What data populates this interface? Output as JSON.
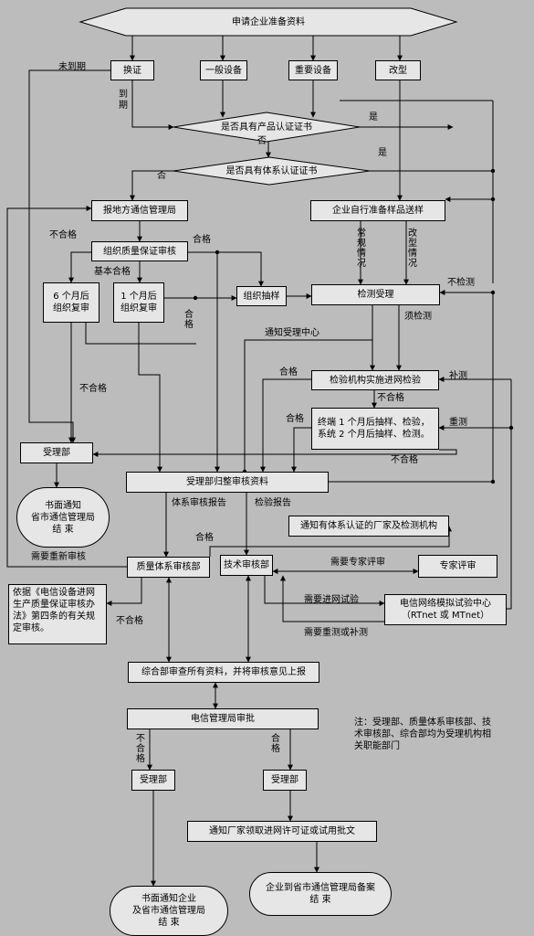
{
  "nodes": {
    "start": "申请企业准备资料",
    "renew": "换证",
    "general_equipment": "一般设备",
    "key_equipment": "重要设备",
    "modify": "改型",
    "has_product_cert": "是否具有产品认证证书",
    "has_system_cert": "是否具有体系认证证书",
    "report_local": "报地方通信管理局",
    "self_prepare_sample": "企业自行准备样品送样",
    "org_quality_review": "组织质量保证审核",
    "review_6m": "6 个月后\n组织复审",
    "review_1m": "1 个月后\n组织复审",
    "org_sampling": "组织抽样",
    "test_accept": "检测受理",
    "inspection_org": "检验机构实施进网检验",
    "terminal_sampling": "终端 1 个月后抽样、检验，\n系统 2 个月后抽样、检测。",
    "accept_dept_1": "受理部",
    "end_notice_1": "书面通知\n省市通信管理局\n结        束",
    "accept_archive": "受理部归整审核资料",
    "notify_manufacturer": "通知有体系认证的厂家及检测机构",
    "quality_dept": "质量体系审核部",
    "tech_dept": "技术审核部",
    "expert_review": "专家评审",
    "basis_note": "依据《电信设备进网生产质量保证审核办法》第四条的有关规定审核。",
    "telecom_lab": "电信网络模拟试验中心\n（RTnet 或 MTnet）",
    "general_dept": "综合部审查所有资料，并将审核意见上报",
    "telecom_bureau": "电信管理局审批",
    "footnote": "注：受理部、质量体系审核部、技术审核部、综合部均为受理机构相关职能部门",
    "accept_dept_2": "受理部",
    "accept_dept_3": "受理部",
    "notify_license": "通知厂家领取进网许可证或试用批文",
    "end_notice_2": "书面通知企业\n及省市通信管理局\n结        束",
    "end_filing": "企业到省市通信管理局备案\n结             束"
  },
  "labels": {
    "not_expired": "未到期",
    "expired": "到\n期",
    "yes_1": "是",
    "no_1": "否",
    "yes_2": "是",
    "no_2": "否",
    "unqualified_1": "不合格",
    "qualified_1": "合格",
    "basic_qualified": "基本合格",
    "regular": "常规情况",
    "modified": "改型情况",
    "no_test": "不检测",
    "need_test": "须检测",
    "qualified_2": "合格",
    "notify_accept_center": "通知受理中心",
    "qualified_3": "合格",
    "supplement_test": "补测",
    "unqualified_2": "不合格",
    "unqualified_3": "不合格",
    "qualified_4": "合格",
    "retest": "重测",
    "unqualified_4": "不合格",
    "system_report": "体系审核报告",
    "inspection_report": "检验报告",
    "qualified_5": "合格",
    "need_re_review": "需要重新审核",
    "need_expert": "需要专家评审",
    "unqualified_5": "不合格",
    "need_network_test": "需要进网试验",
    "need_retest": "需要重测或补测",
    "unqualified_6": "不合格",
    "qualified_6": "合格"
  }
}
